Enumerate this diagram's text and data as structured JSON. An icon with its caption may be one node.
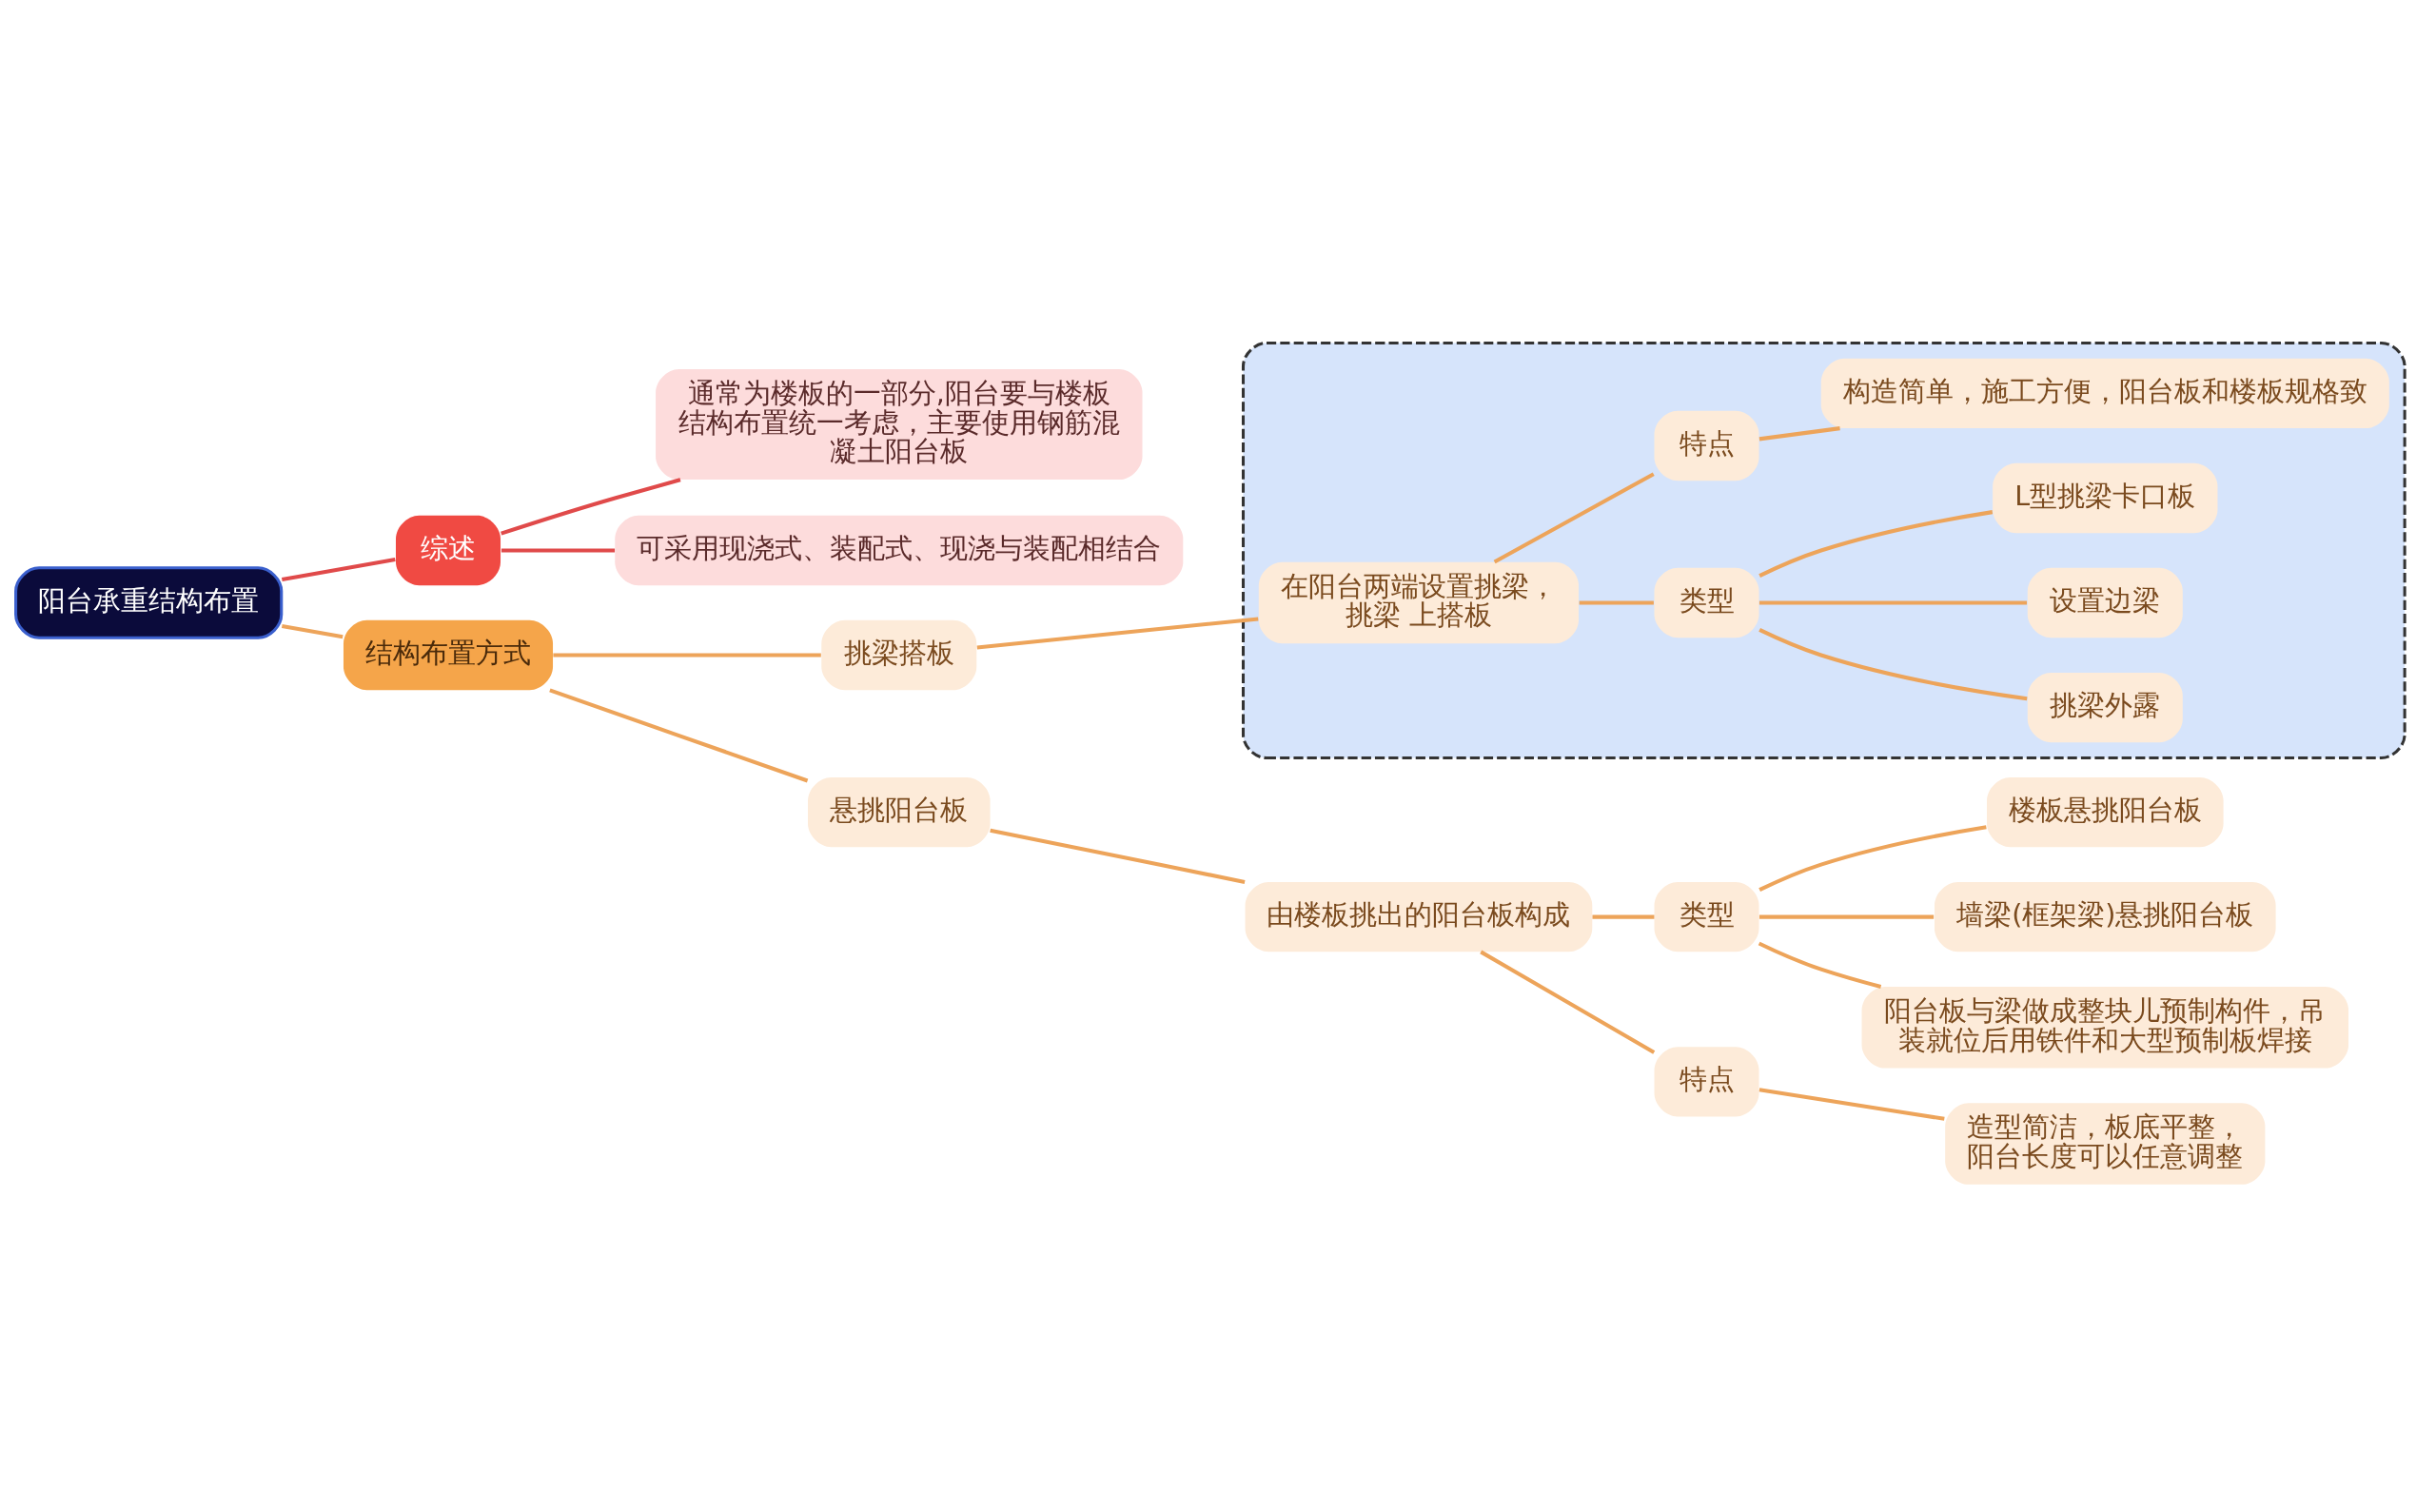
{
  "diagram": {
    "nodes": [
      {
        "text": [
          "阳台承重结构布置"
        ]
      },
      {
        "text": [
          "综述"
        ]
      },
      {
        "text": [
          "通常为楼板的一部分,阳台要与楼板结构布置统一考虑，主要使用钢筋混凝土阳台板"
        ]
      },
      {
        "text": [
          "可采用现浇式、装配式、现浇与装配相结合"
        ]
      },
      {
        "text": [
          "结构布置方式"
        ]
      },
      {
        "text": [
          "挑梁搭板"
        ]
      },
      {
        "text": [],
        "shape": "box"
      },
      {
        "text": [
          "在阳台两端设置挑梁，挑梁 上搭板"
        ],
        "in": 6
      },
      {
        "text": [
          "类型"
        ],
        "in": 6
      },
      {
        "text": [
          "挑梁外露"
        ],
        "in": 6
      },
      {
        "text": [
          "设置边梁"
        ],
        "in": 6
      },
      {
        "text": [
          "L型挑梁卡口板"
        ],
        "in": 6
      },
      {
        "text": [
          "特点"
        ],
        "in": 6
      },
      {
        "text": [
          "构造简单，施工方便，阳台板和楼板规格致"
        ],
        "in": 6
      },
      {
        "text": [
          "悬挑阳台板"
        ]
      },
      {
        "text": [
          "由楼板挑出的阳台板构成"
        ]
      },
      {
        "text": [
          "类型"
        ]
      },
      {
        "text": [
          "楼板悬挑阳台板"
        ]
      },
      {
        "text": [
          "墙梁(框架梁)悬挑阳台板"
        ]
      },
      {
        "text": [
          "阳台板与梁做成整块儿预制构件，吊装就位后用铁件和大型预制板焊接"
        ]
      },
      {
        "text": [
          "特点"
        ]
      },
      {
        "text": [
          "造型简洁，板底平整，阳台长度可以任意调整"
        ]
      }
    ],
    "edges": [
      {
        "from": 0,
        "to": 1,
        "arrow": "none",
        "color": "#e04a4a"
      },
      {
        "from": 1,
        "to": 2,
        "arrow": "none",
        "color": "#e04a4a"
      },
      {
        "from": 1,
        "to": 3,
        "arrow": "none",
        "color": "#e04a4a"
      },
      {
        "from": 0,
        "to": 4,
        "arrow": "none"
      },
      {
        "from": 4,
        "to": 5,
        "arrow": "none"
      },
      {
        "from": 5,
        "to": 7,
        "arrow": "none"
      },
      {
        "from": 7,
        "to": 8,
        "arrow": "none"
      },
      {
        "from": 8,
        "to": 9,
        "arrow": "none"
      },
      {
        "from": 8,
        "to": 10,
        "arrow": "none"
      },
      {
        "from": 8,
        "to": 11,
        "arrow": "none"
      },
      {
        "from": 7,
        "to": 12,
        "arrow": "none"
      },
      {
        "from": 12,
        "to": 13,
        "arrow": "none"
      },
      {
        "from": 4,
        "to": 14,
        "arrow": "none"
      },
      {
        "from": 14,
        "to": 15,
        "arrow": "none"
      },
      {
        "from": 15,
        "to": 16,
        "arrow": "none"
      },
      {
        "from": 16,
        "to": 17,
        "arrow": "none"
      },
      {
        "from": 16,
        "to": 18,
        "arrow": "none"
      },
      {
        "from": 16,
        "to": 19,
        "arrow": "none"
      },
      {
        "from": 15,
        "to": 20,
        "arrow": "none"
      },
      {
        "from": 20,
        "to": 21,
        "arrow": "none"
      }
    ]
  }
}
